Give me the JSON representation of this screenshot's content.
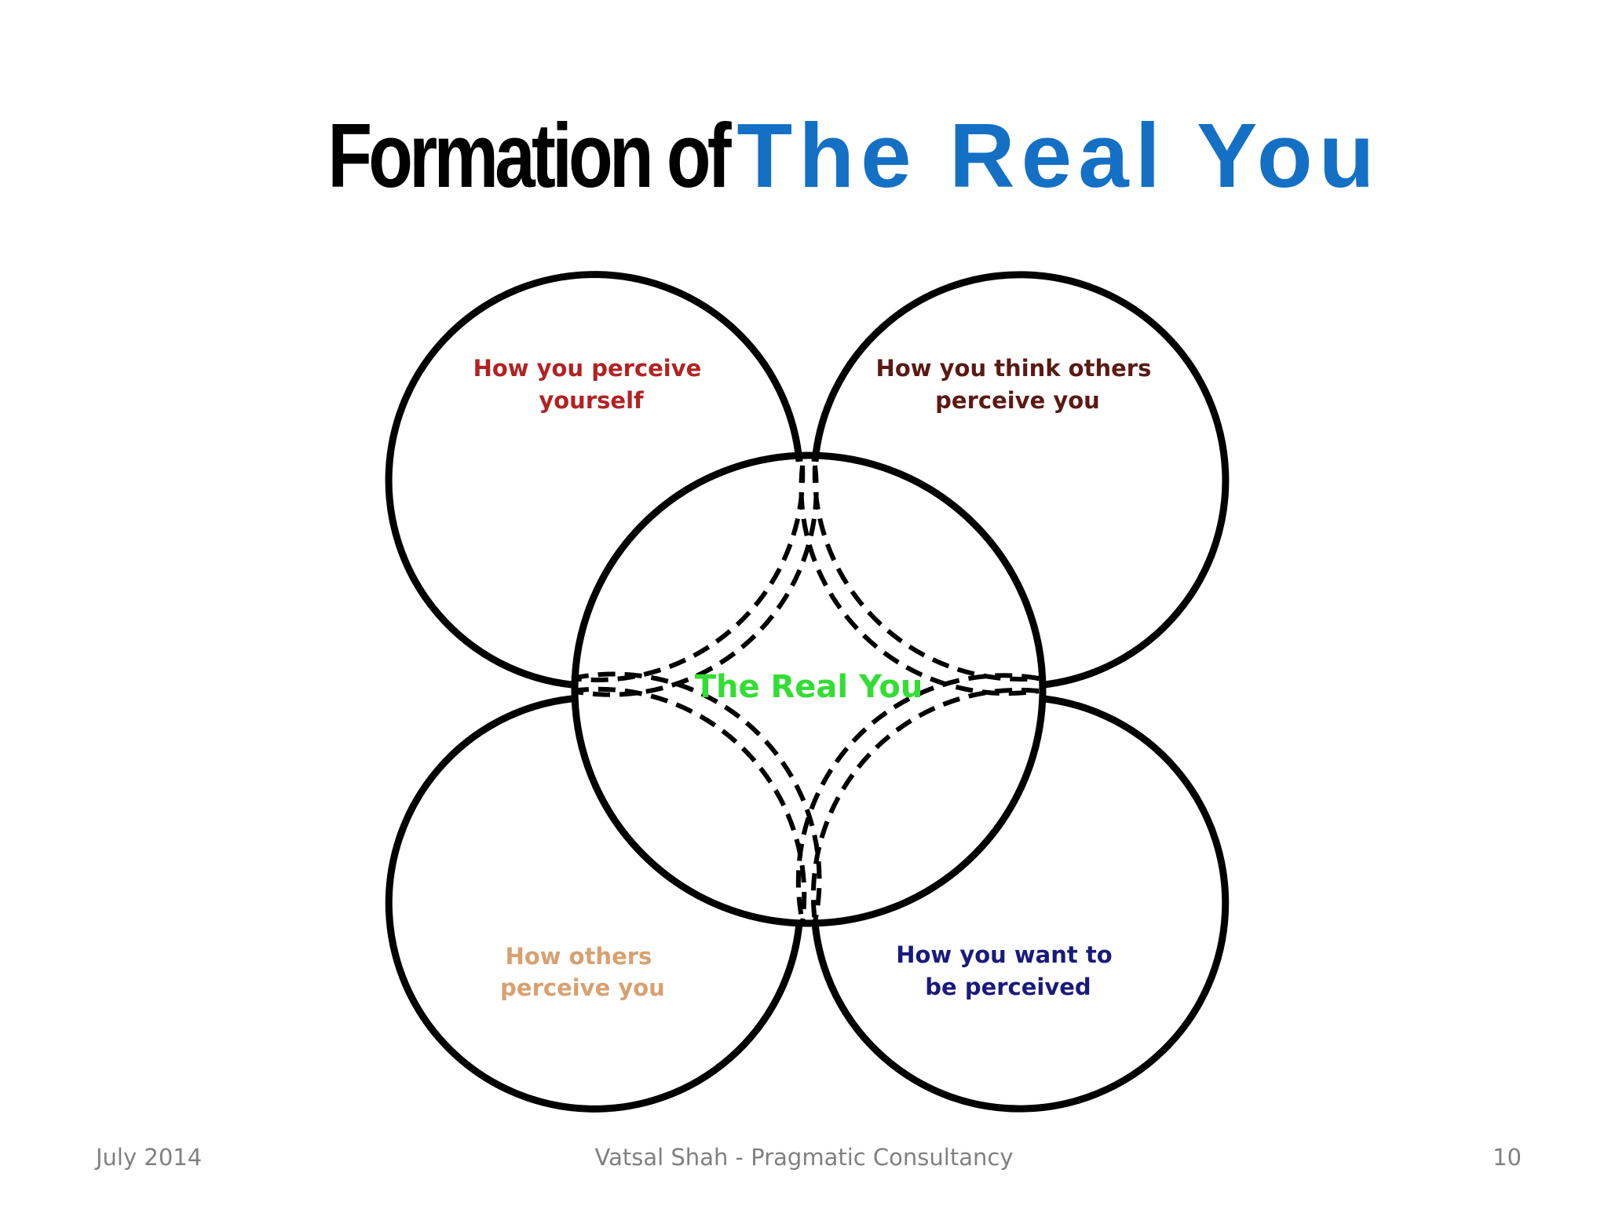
{
  "title": {
    "part1": "Formation of",
    "part2": "The Real You",
    "part1_color": "#000000",
    "part2_color": "#1470c4"
  },
  "diagram": {
    "center": {
      "text": "The Real You",
      "color": "#33dd33"
    },
    "circles": [
      {
        "key": "perceive-yourself",
        "lines": [
          "How you perceive",
          "yourself"
        ],
        "color": "#b22222"
      },
      {
        "key": "think-others-perceive",
        "lines": [
          "How you think others",
          "perceive you"
        ],
        "color": "#5a1a14"
      },
      {
        "key": "others-perceive",
        "lines": [
          "How others",
          "perceive you"
        ],
        "color": "#d8a070"
      },
      {
        "key": "want-perceived",
        "lines": [
          "How you want to",
          "be perceived"
        ],
        "color": "#1a1a7a"
      }
    ]
  },
  "footer": {
    "date": "July 2014",
    "author": "Vatsal Shah - Pragmatic Consultancy",
    "page_number": "10"
  }
}
